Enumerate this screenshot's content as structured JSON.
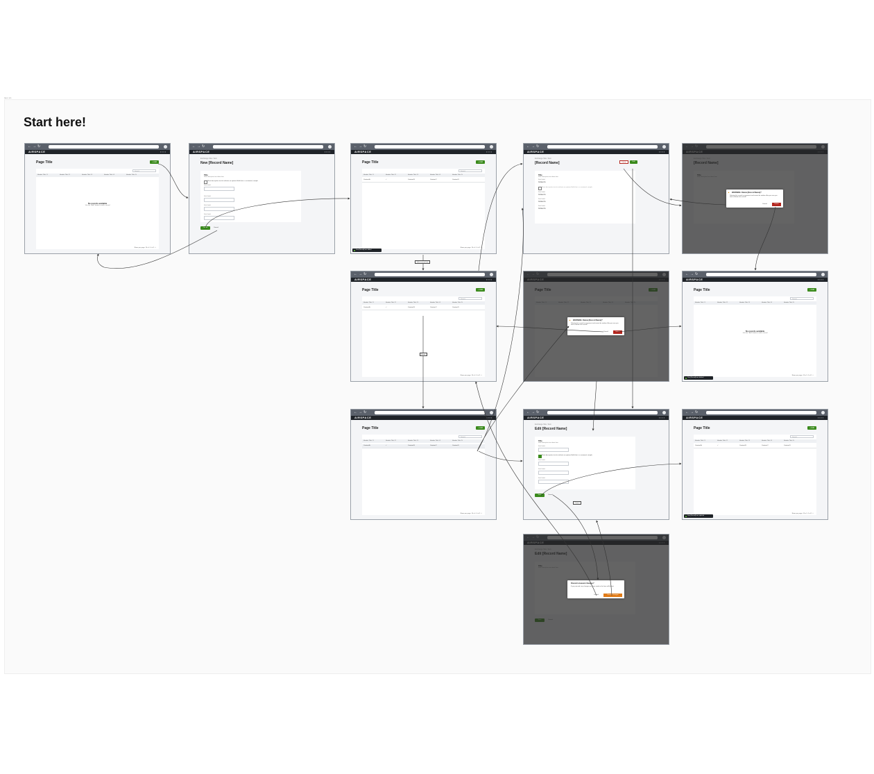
{
  "tiny_label": "Item 1A",
  "heading": "Start here!",
  "common": {
    "app_logo": "AIRSPACE",
    "page_title": "Page Title",
    "add_button": "+ Add",
    "search_placeholder": "Search",
    "columns": [
      "Header Title #1",
      "Header Title #2",
      "Header Title #3",
      "Header Title #4",
      "Header Title #5"
    ],
    "row_values": [
      "Content A",
      "✓",
      "Content B",
      "Content C",
      "Content D"
    ],
    "empty_title": "No records available",
    "empty_desc": "Use the \"Add\" button to add a record",
    "pager": "Rows per page: 10 ▾   1–1 of 1   ‹  ›",
    "breadcrumb": "Exchange Site  /  Item",
    "new_title": "New [Record Name]",
    "record_title": "[Record Name]",
    "edit_title": "Edit [Record Name]",
    "form_title": "Title",
    "form_desc": "Short descriptive text about form",
    "field_label": "Field Label",
    "field_value": "Content A",
    "checkbox_text": "Short descriptive text to indicate an optional field that is a reviewed, sample",
    "create_button": "Create",
    "save_button": "Save",
    "cancel_link": "Cancel",
    "delete_button": "Delete",
    "edit_button": "Edit"
  },
  "toasts": {
    "created": "Your [Record] was added",
    "deleted": "Your [Record] was deleted",
    "updated": "Your [Record] was updated"
  },
  "modals": {
    "delete_title": "WARNING: Delete [Record Name]?",
    "delete_body": "Deleting this record is permanent and cannot be undone. Are you sure you wish to delete this record?",
    "delete_cancel": "Cancel",
    "delete_confirm": "Delete",
    "discard_title": "Discard unsaved changes?",
    "discard_body": "If you proceed, any changes you have made to the form will be lost.",
    "discard_cancel": "Cancel",
    "discard_confirm": "Discard changes"
  },
  "connector_labels": {
    "select_item": "Select record row",
    "on_row": "Hover",
    "cancel": "Cancel"
  },
  "colors": {
    "primary_green": "#3a8a1c",
    "danger_red": "#b3261e",
    "warning_orange": "#e07b17",
    "app_bar": "#1f2328",
    "chrome": "#5b616b"
  }
}
